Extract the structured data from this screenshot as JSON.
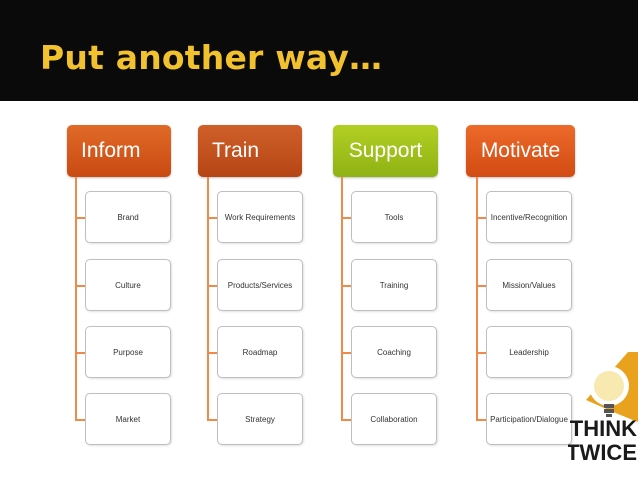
{
  "slide": {
    "title": "Put another way…"
  },
  "columns": [
    {
      "title": "Inform",
      "color": "#d2561a",
      "items": [
        "Brand",
        "Culture",
        "Purpose",
        "Market"
      ]
    },
    {
      "title": "Train",
      "color": "#c0501a",
      "items": [
        "Work Requirements",
        "Products/Services",
        "Roadmap",
        "Strategy"
      ]
    },
    {
      "title": "Support",
      "color": "#9dc01b",
      "items": [
        "Tools",
        "Training",
        "Coaching",
        "Collaboration"
      ]
    },
    {
      "title": "Motivate",
      "color": "#e0581c",
      "items": [
        "Incentive/Recognition",
        "Mission/Values",
        "Leadership",
        "Participation/Dialogue"
      ]
    }
  ],
  "logo": {
    "text_line1": "THINK",
    "text_line2": "TWICE",
    "icon": "lightbulb-question-icon"
  }
}
